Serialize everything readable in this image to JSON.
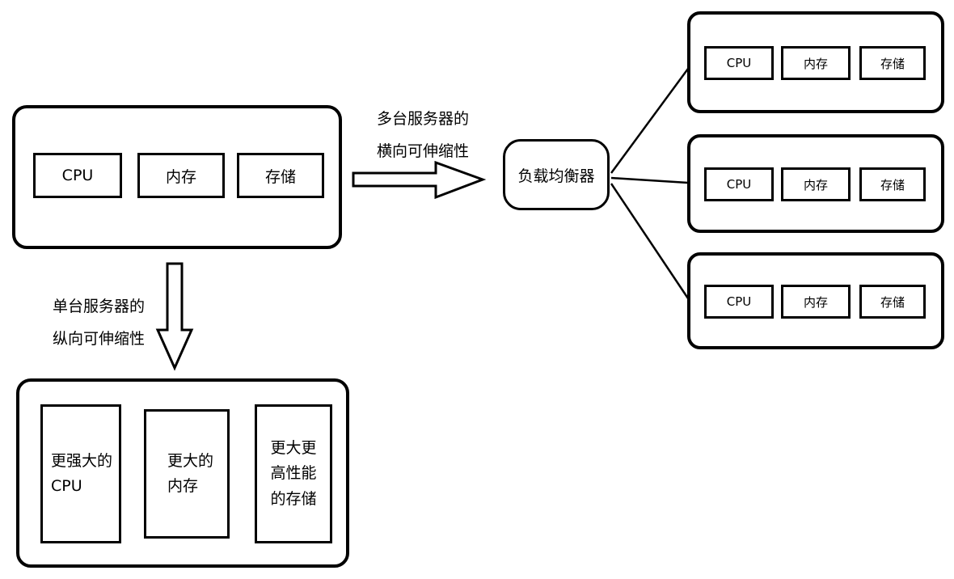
{
  "diagram": {
    "single_server": {
      "cpu": "CPU",
      "memory": "内存",
      "storage": "存储"
    },
    "horizontal_arrow_label": "多台服务器的\n横向可伸缩性",
    "vertical_arrow_label": "单台服务器的\n纵向可伸缩性",
    "load_balancer": {
      "label": "负载均衡器"
    },
    "cluster_servers": [
      {
        "cpu": "CPU",
        "memory": "内存",
        "storage": "存储"
      },
      {
        "cpu": "CPU",
        "memory": "内存",
        "storage": "存储"
      },
      {
        "cpu": "CPU",
        "memory": "内存",
        "storage": "存储"
      }
    ],
    "scaled_server": {
      "cpu": "更强大的\nCPU",
      "memory": "更大的\n内存",
      "storage": "更大更\n高性能\n的存储"
    },
    "colors": {
      "stroke": "#000000",
      "background": "#ffffff"
    }
  }
}
